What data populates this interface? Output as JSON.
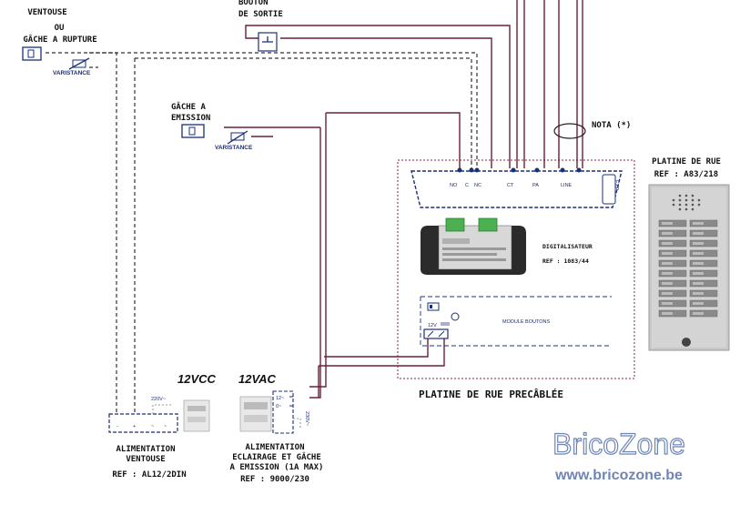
{
  "labels": {
    "ventouse": [
      "VENTOUSE",
      "OU",
      "GÂCHE A RUPTURE"
    ],
    "bouton": [
      "BOUTON",
      "DE SORTIE"
    ],
    "varistance1": "VARISTANCE",
    "gache_emission": [
      "GÂCHE A",
      "EMISSION"
    ],
    "varistance2": "VARISTANCE",
    "nota": "NOTA (*)",
    "platine_rue": "PLATINE DE RUE",
    "platine_ref": "REF : A83/218",
    "terminals": [
      "NO",
      "C",
      "NC",
      "CT",
      "PA",
      "LINE"
    ],
    "exp": "EXP",
    "digitalisateur": "DIGITALISATEUR",
    "digit_ref": "REF : 1083/44",
    "modulo": "MODULE BOUTONS",
    "twelve_v": "12V",
    "platine_precablee": "PLATINE DE RUE PRECÂBLÉE",
    "v12vcc": "12VCC",
    "v12vac": "12VAC",
    "v220": "220V~",
    "v230": "230V~",
    "alim_ventouse": [
      "ALIMENTATION",
      "VENTOUSE"
    ],
    "alim_ventouse_ref": "REF : AL12/2DIN",
    "alim_eclairage": [
      "ALIMENTATION",
      "ECLAIRAGE ET GÂCHE",
      "A EMISSION (1A MAX)"
    ],
    "alim_eclairage_ref": "REF : 9000/230",
    "transfo_terms": [
      "12~",
      "0~"
    ],
    "brand": "BricoZone",
    "website": "www.bricozone.be"
  },
  "colors": {
    "wire": "#6b1f3a",
    "dashed": "#333333",
    "blue": "#1a2f7a",
    "frame": "#8b1c3c",
    "brand": "#6f86b5"
  }
}
